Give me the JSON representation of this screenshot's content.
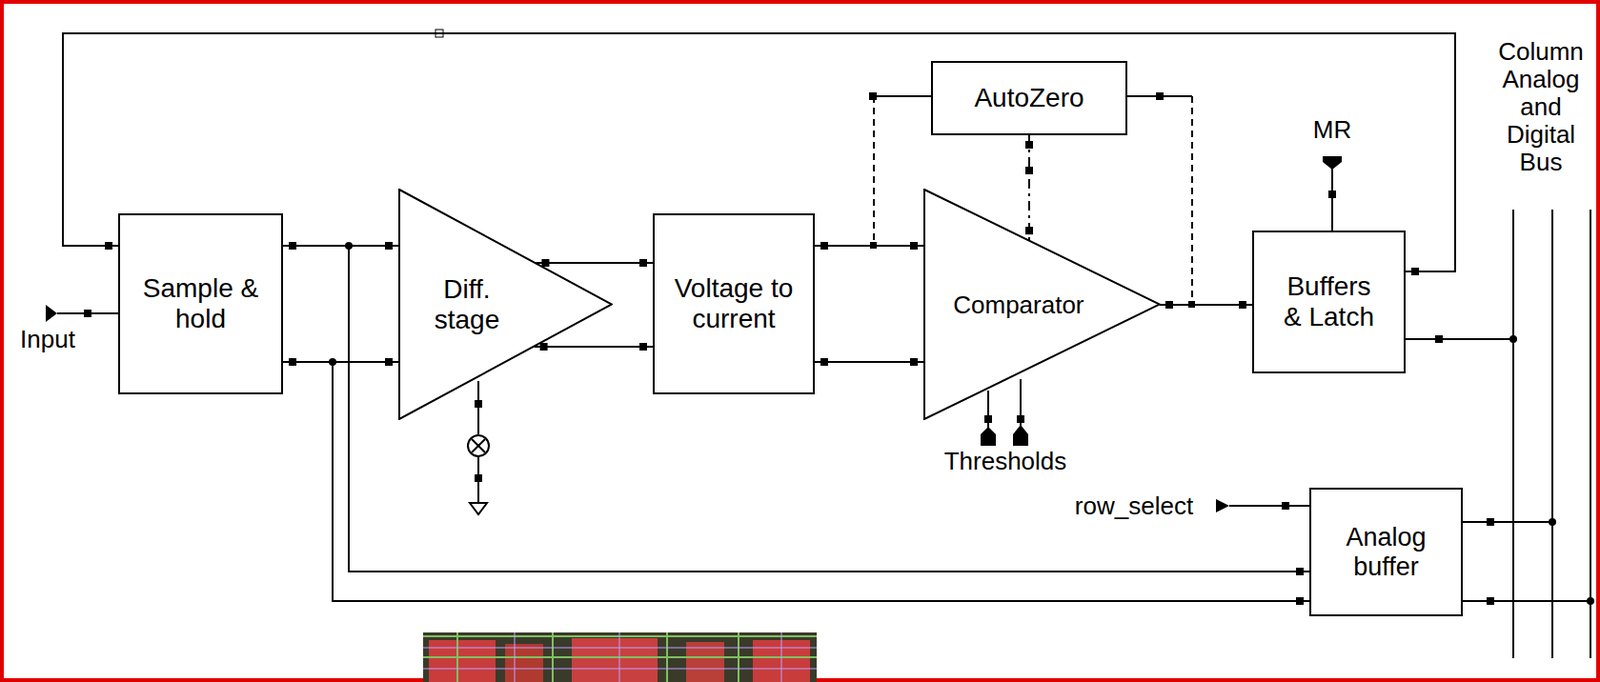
{
  "diagram": {
    "nodes": [
      {
        "text": [
          "Sample & hold"
        ]
      },
      {
        "text": [
          "Diff. stage"
        ]
      },
      {
        "text": [
          "Voltage to current"
        ]
      },
      {
        "text": [
          "AutoZero"
        ]
      },
      {
        "text": [
          "Comparator"
        ]
      },
      {
        "text": [
          "Buffers & Latch"
        ]
      },
      {
        "text": [
          "Analog buffer"
        ]
      }
    ],
    "edges": [
      {
        "from": 0,
        "to": 1,
        "arrow": "none"
      },
      {
        "from": 0,
        "to": 1,
        "arrow": "none"
      },
      {
        "from": 1,
        "to": 2,
        "arrow": "none"
      },
      {
        "from": 1,
        "to": 2,
        "arrow": "none"
      },
      {
        "from": 2,
        "to": 4,
        "arrow": "none"
      },
      {
        "from": 2,
        "to": 4,
        "arrow": "none"
      },
      {
        "from": 4,
        "to": 5,
        "arrow": "none"
      },
      {
        "from": 5,
        "to": 0,
        "arrow": "none"
      },
      {
        "from": 3,
        "to": 4,
        "arrow": "none"
      },
      {
        "from": 0,
        "to": 6,
        "arrow": "none"
      },
      {
        "from": 0,
        "to": 6,
        "arrow": "none"
      }
    ],
    "labels": [
      "Input",
      "MR",
      "Thresholds",
      "row_select",
      "Column Analog and Digital Bus"
    ]
  }
}
